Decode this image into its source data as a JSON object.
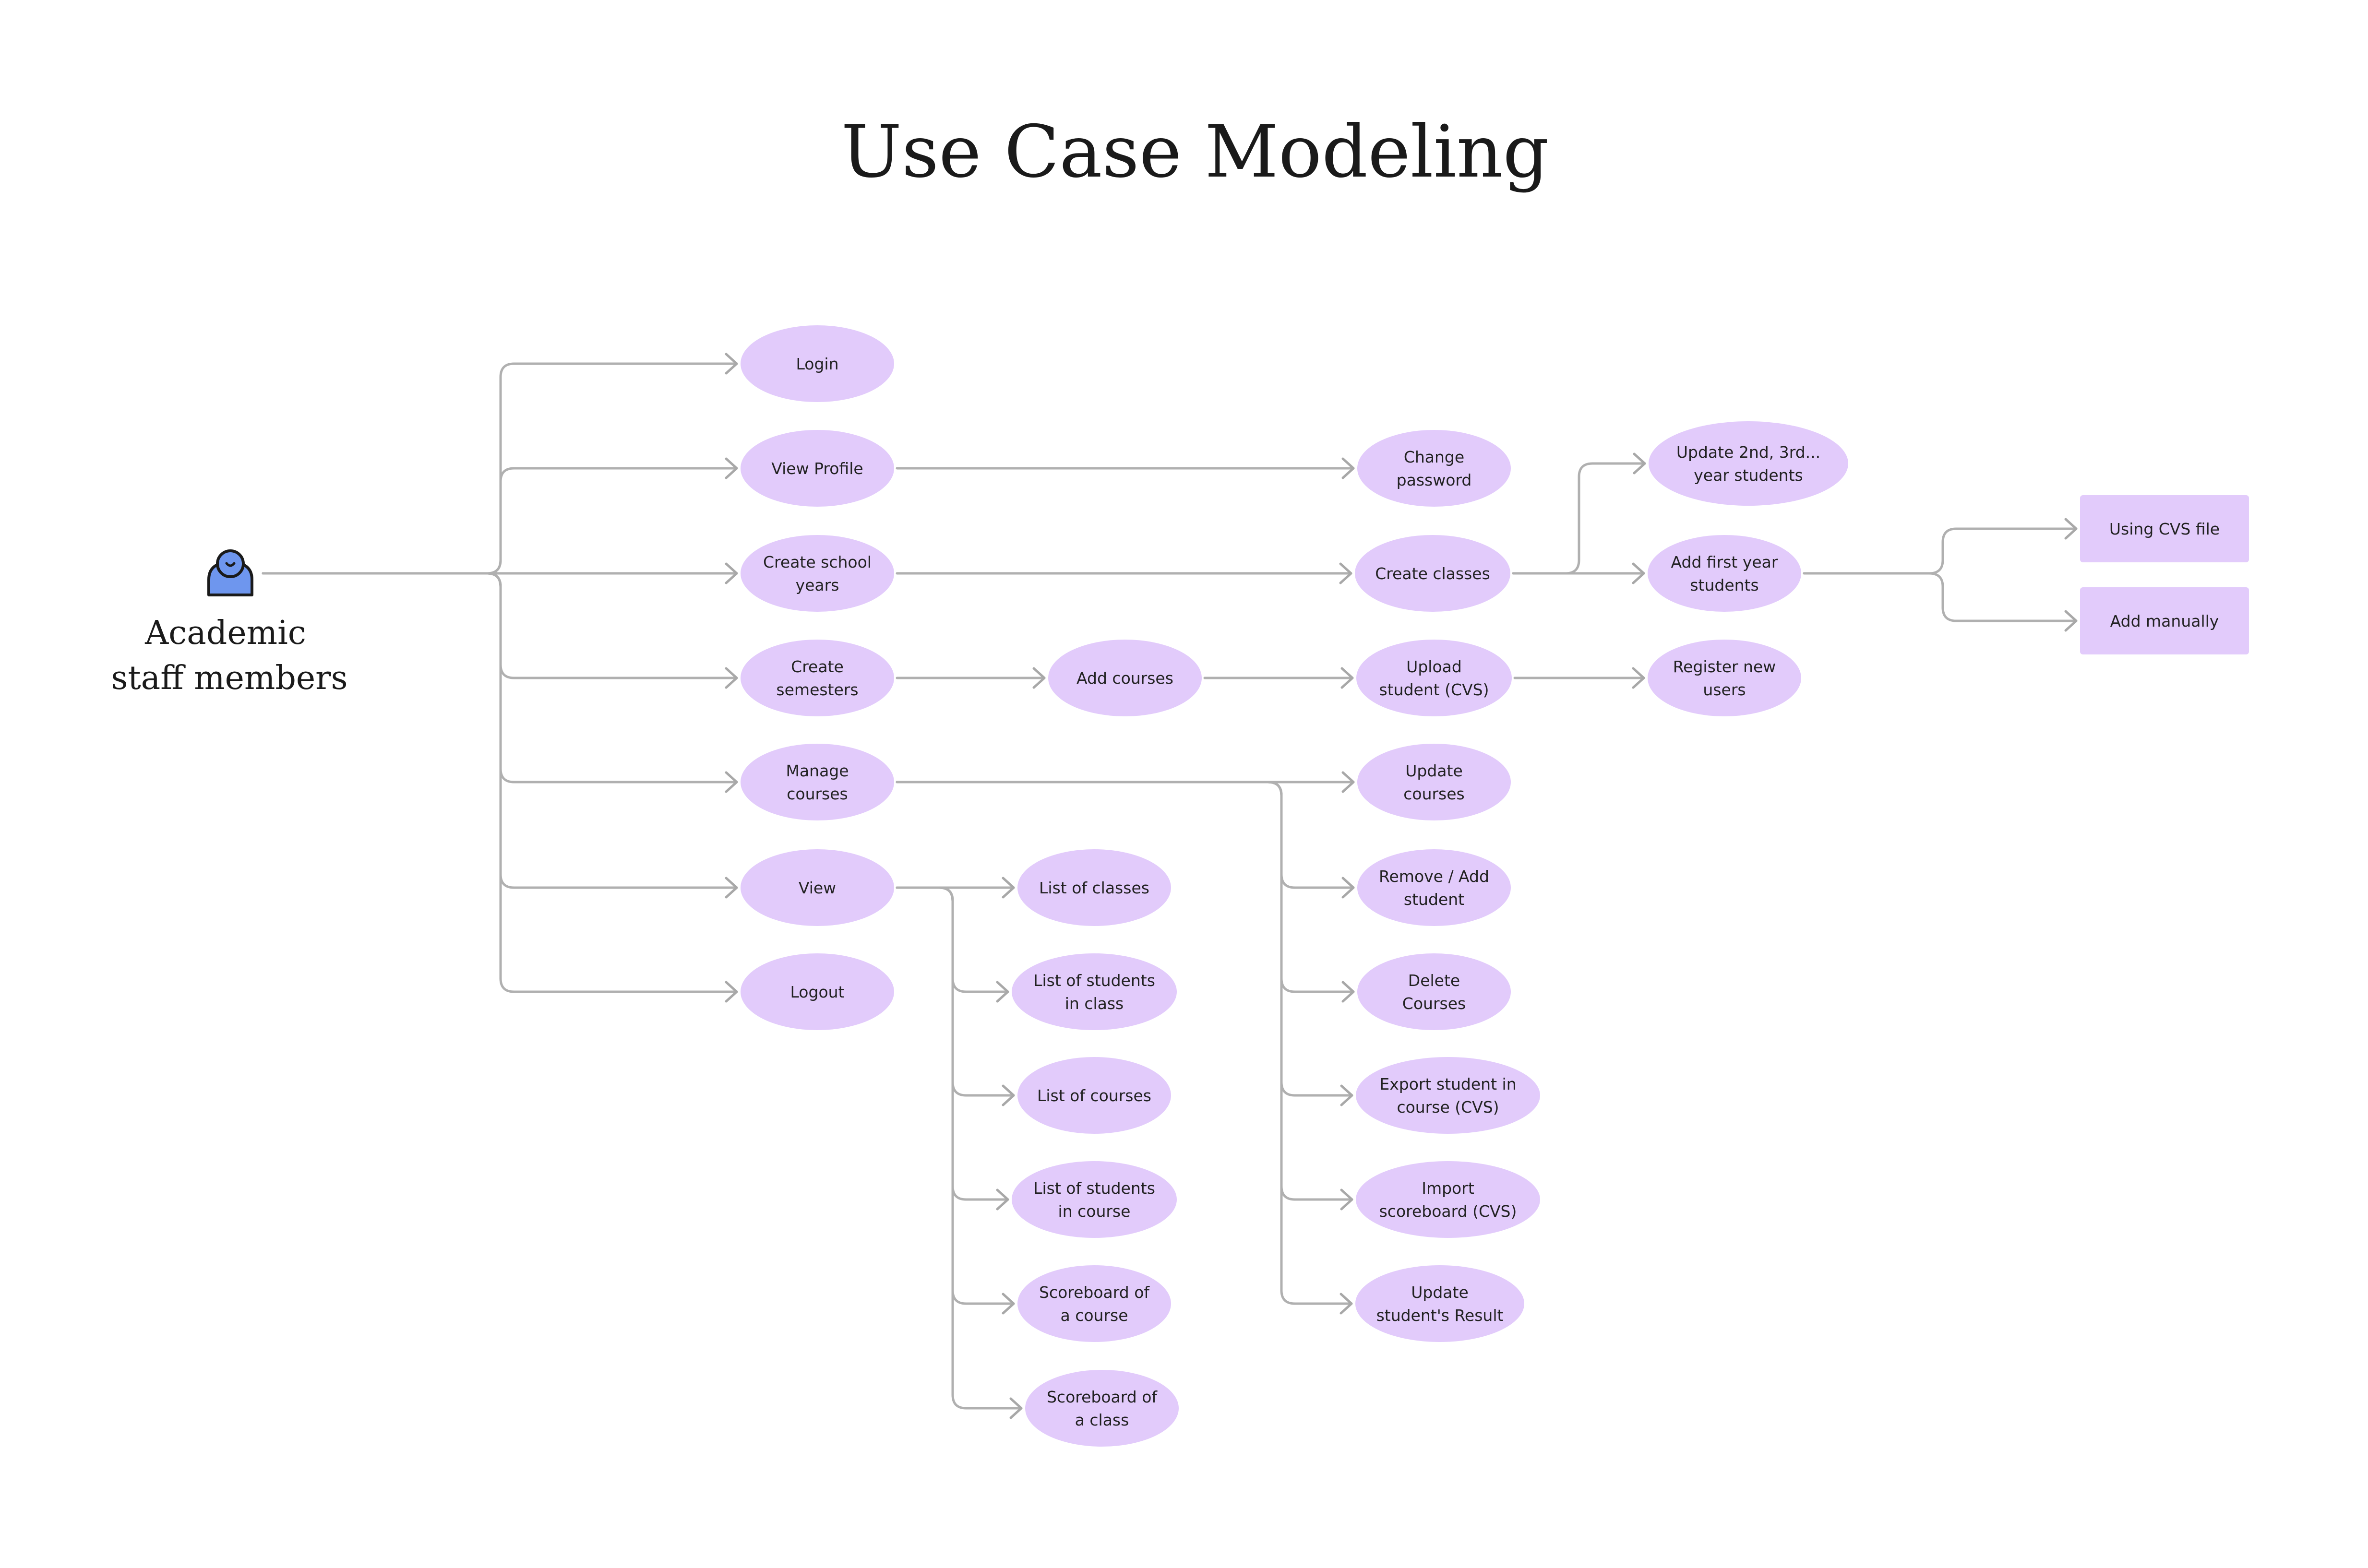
{
  "title": "Use Case Modeling",
  "colors": {
    "node_fill": "#E2CBFB",
    "connector": "#B0B0B0",
    "actor_body": "#6E96EE",
    "actor_outline": "#1A1A1A",
    "text": "#222222"
  },
  "actor": {
    "icon": "person-icon",
    "label_lines": [
      "Academic",
      "staff members"
    ]
  },
  "nodes": {
    "login": {
      "shape": "ellipse",
      "lines": [
        "Login"
      ]
    },
    "view_profile": {
      "shape": "ellipse",
      "lines": [
        "View Profile"
      ]
    },
    "create_school_years": {
      "shape": "ellipse",
      "lines": [
        "Create school",
        "years"
      ]
    },
    "create_semesters": {
      "shape": "ellipse",
      "lines": [
        "Create",
        "semesters"
      ]
    },
    "manage_courses": {
      "shape": "ellipse",
      "lines": [
        "Manage",
        "courses"
      ]
    },
    "view": {
      "shape": "ellipse",
      "lines": [
        "View"
      ]
    },
    "logout": {
      "shape": "ellipse",
      "lines": [
        "Logout"
      ]
    },
    "add_courses": {
      "shape": "ellipse",
      "lines": [
        "Add courses"
      ]
    },
    "list_classes": {
      "shape": "ellipse",
      "lines": [
        "List of classes"
      ]
    },
    "list_students_class": {
      "shape": "ellipse",
      "lines": [
        "List of students",
        "in class"
      ]
    },
    "list_courses": {
      "shape": "ellipse",
      "lines": [
        "List of courses"
      ]
    },
    "list_students_course": {
      "shape": "ellipse",
      "lines": [
        "List of students",
        "in course"
      ]
    },
    "scoreboard_course": {
      "shape": "ellipse",
      "lines": [
        "Scoreboard of",
        "a course"
      ]
    },
    "scoreboard_class": {
      "shape": "ellipse",
      "lines": [
        "Scoreboard of",
        "a class"
      ]
    },
    "change_password": {
      "shape": "ellipse",
      "lines": [
        "Change",
        "password"
      ]
    },
    "create_classes": {
      "shape": "ellipse",
      "lines": [
        "Create classes"
      ]
    },
    "upload_student": {
      "shape": "ellipse",
      "lines": [
        "Upload",
        "student (CVS)"
      ]
    },
    "update_courses": {
      "shape": "ellipse",
      "lines": [
        "Update",
        "courses"
      ]
    },
    "remove_add_student": {
      "shape": "ellipse",
      "lines": [
        "Remove / Add",
        "student"
      ]
    },
    "delete_courses": {
      "shape": "ellipse",
      "lines": [
        "Delete",
        "Courses"
      ]
    },
    "export_student": {
      "shape": "ellipse",
      "lines": [
        "Export student in",
        "course (CVS)"
      ]
    },
    "import_scoreboard": {
      "shape": "ellipse",
      "lines": [
        "Import",
        "scoreboard (CVS)"
      ]
    },
    "update_result": {
      "shape": "ellipse",
      "lines": [
        "Update",
        "student's Result"
      ]
    },
    "update_2nd_3rd": {
      "shape": "ellipse",
      "lines": [
        "Update 2nd, 3rd...",
        "year students"
      ]
    },
    "add_first_year": {
      "shape": "ellipse",
      "lines": [
        "Add first year",
        "students"
      ]
    },
    "register_users": {
      "shape": "ellipse",
      "lines": [
        "Register new",
        "users"
      ]
    },
    "using_cvs_file": {
      "shape": "rect",
      "lines": [
        "Using CVS file"
      ]
    },
    "add_manually": {
      "shape": "rect",
      "lines": [
        "Add manually"
      ]
    }
  },
  "edges": [
    [
      "actor",
      "login"
    ],
    [
      "actor",
      "view_profile"
    ],
    [
      "actor",
      "create_school_years"
    ],
    [
      "actor",
      "create_semesters"
    ],
    [
      "actor",
      "manage_courses"
    ],
    [
      "actor",
      "view"
    ],
    [
      "actor",
      "logout"
    ],
    [
      "view_profile",
      "change_password"
    ],
    [
      "create_school_years",
      "create_classes"
    ],
    [
      "create_semesters",
      "add_courses"
    ],
    [
      "add_courses",
      "upload_student"
    ],
    [
      "upload_student",
      "register_users"
    ],
    [
      "create_classes",
      "update_2nd_3rd"
    ],
    [
      "create_classes",
      "add_first_year"
    ],
    [
      "add_first_year",
      "using_cvs_file"
    ],
    [
      "add_first_year",
      "add_manually"
    ],
    [
      "view",
      "list_classes"
    ],
    [
      "view",
      "list_students_class"
    ],
    [
      "view",
      "list_courses"
    ],
    [
      "view",
      "list_students_course"
    ],
    [
      "view",
      "scoreboard_course"
    ],
    [
      "view",
      "scoreboard_class"
    ],
    [
      "manage_courses",
      "update_courses"
    ],
    [
      "manage_courses",
      "remove_add_student"
    ],
    [
      "manage_courses",
      "delete_courses"
    ],
    [
      "manage_courses",
      "export_student"
    ],
    [
      "manage_courses",
      "import_scoreboard"
    ],
    [
      "manage_courses",
      "update_result"
    ]
  ]
}
